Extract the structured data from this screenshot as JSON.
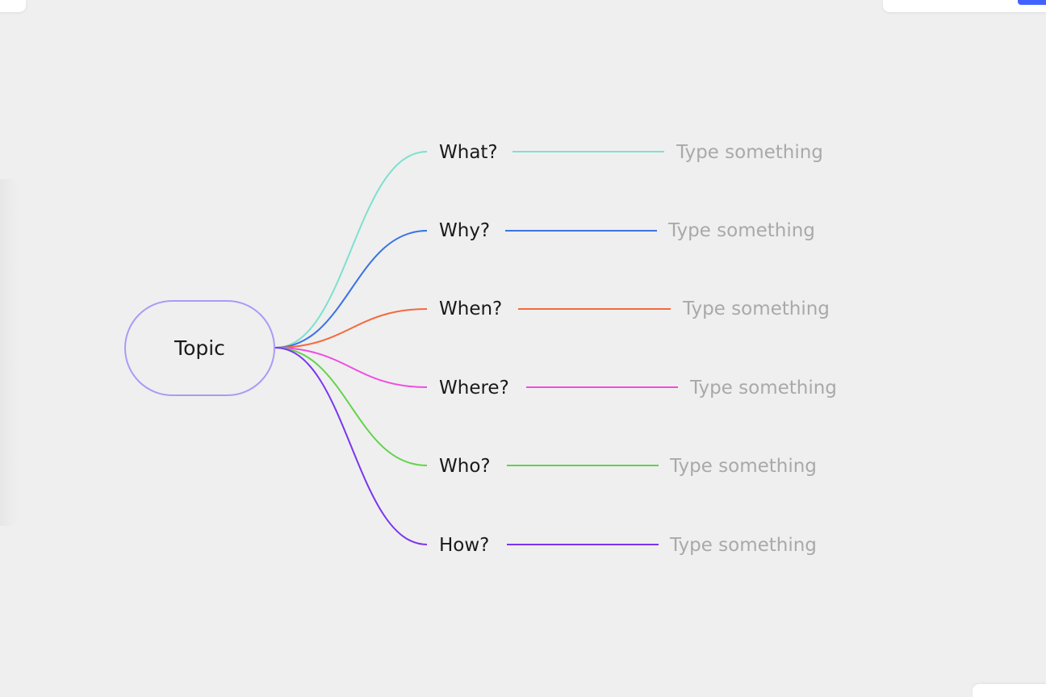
{
  "topic": {
    "label": "Topic",
    "border_color": "#a89cf7"
  },
  "branches": [
    {
      "label": "What?",
      "color": "#7ee0cf",
      "leaf": "Type something"
    },
    {
      "label": "Why?",
      "color": "#3b73e3",
      "leaf": "Type something"
    },
    {
      "label": "When?",
      "color": "#f46a3e",
      "leaf": "Type something"
    },
    {
      "label": "Where?",
      "color": "#f04de0",
      "leaf": "Type something"
    },
    {
      "label": "Who?",
      "color": "#62d34a",
      "leaf": "Type something"
    },
    {
      "label": "How?",
      "color": "#7a35f0",
      "leaf": "Type something"
    }
  ],
  "toolbar": {
    "avatars": [
      {
        "icon": "user-avatar-photo",
        "color": "#2a2a2a"
      },
      {
        "icon": "user-avatar-pink",
        "color": "#f2a7ef"
      },
      {
        "icon": "user-avatar-dark",
        "color": "#111111"
      }
    ],
    "accent_color": "#4262ff"
  }
}
